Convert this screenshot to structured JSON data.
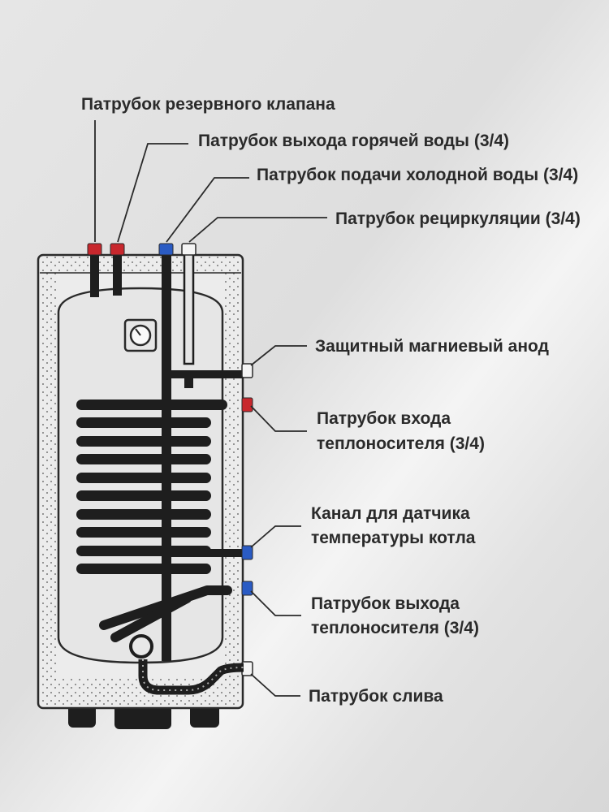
{
  "labels": {
    "reserve_valve": "Патрубок резервного клапана",
    "hot_water_outlet": "Патрубок выхода горячей воды (3/4)",
    "cold_water_inlet": "Патрубок подачи холодной воды (3/4)",
    "recirculation": "Патрубок рециркуляции (3/4)",
    "magnesium_anode": "Защитный магниевый анод",
    "coolant_inlet": [
      "Патрубок входа",
      "теплоносителя (3/4)"
    ],
    "boiler_sensor": [
      "Канал для датчика",
      "температуры котла"
    ],
    "coolant_outlet": [
      "Патрубок выхода",
      "теплоносителя (3/4)"
    ],
    "drain": "Патрубок слива"
  },
  "colors": {
    "hot": "#c8272d",
    "cold": "#2a5bc4",
    "white_fitting": "#f4f4f4",
    "outline": "#2a2a2a",
    "pipe": "#1e1e1e"
  }
}
